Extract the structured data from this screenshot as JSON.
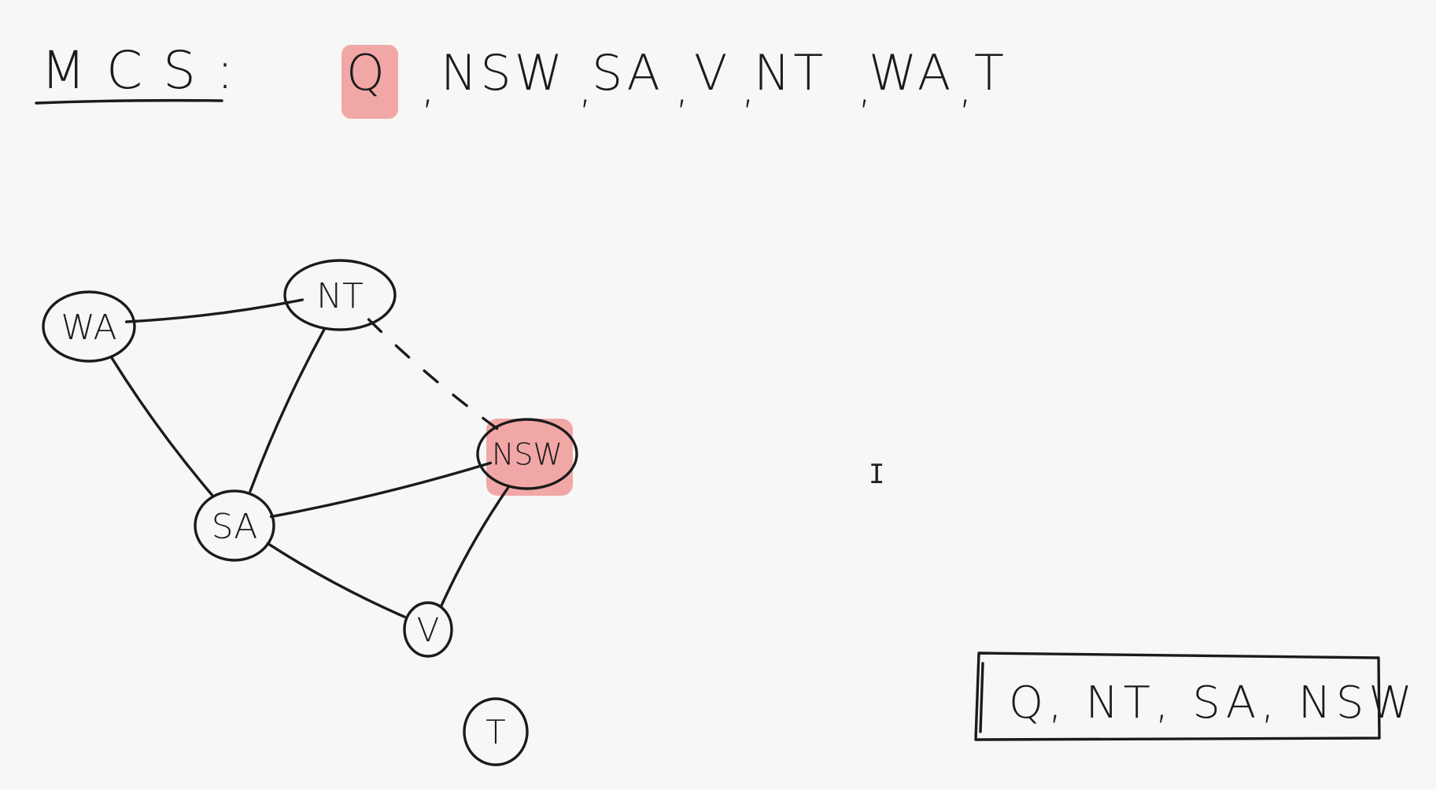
{
  "heading": {
    "label": "MCS:"
  },
  "ordering": {
    "items": [
      "Q",
      "NSW",
      "SA",
      "V",
      "NT",
      "WA",
      "T"
    ],
    "separator": ",",
    "highlighted_index": 0
  },
  "graph": {
    "nodes": [
      {
        "id": "WA",
        "label": "WA",
        "highlighted": false
      },
      {
        "id": "NT",
        "label": "NT",
        "highlighted": false
      },
      {
        "id": "SA",
        "label": "SA",
        "highlighted": false
      },
      {
        "id": "NSW",
        "label": "NSW",
        "highlighted": true
      },
      {
        "id": "V",
        "label": "V",
        "highlighted": false
      },
      {
        "id": "T",
        "label": "T",
        "highlighted": false
      }
    ],
    "edges": [
      {
        "from": "WA",
        "to": "NT",
        "style": "solid"
      },
      {
        "from": "WA",
        "to": "SA",
        "style": "solid"
      },
      {
        "from": "NT",
        "to": "SA",
        "style": "solid"
      },
      {
        "from": "NT",
        "to": "NSW",
        "style": "dashed"
      },
      {
        "from": "SA",
        "to": "NSW",
        "style": "solid"
      },
      {
        "from": "SA",
        "to": "V",
        "style": "solid"
      },
      {
        "from": "NSW",
        "to": "V",
        "style": "solid"
      }
    ]
  },
  "result_box": {
    "text": "Q, NT, SA, NSW"
  },
  "colors": {
    "highlight": "#f08c8c",
    "ink": "#1b1b1b",
    "background": "#f7f7f6"
  }
}
